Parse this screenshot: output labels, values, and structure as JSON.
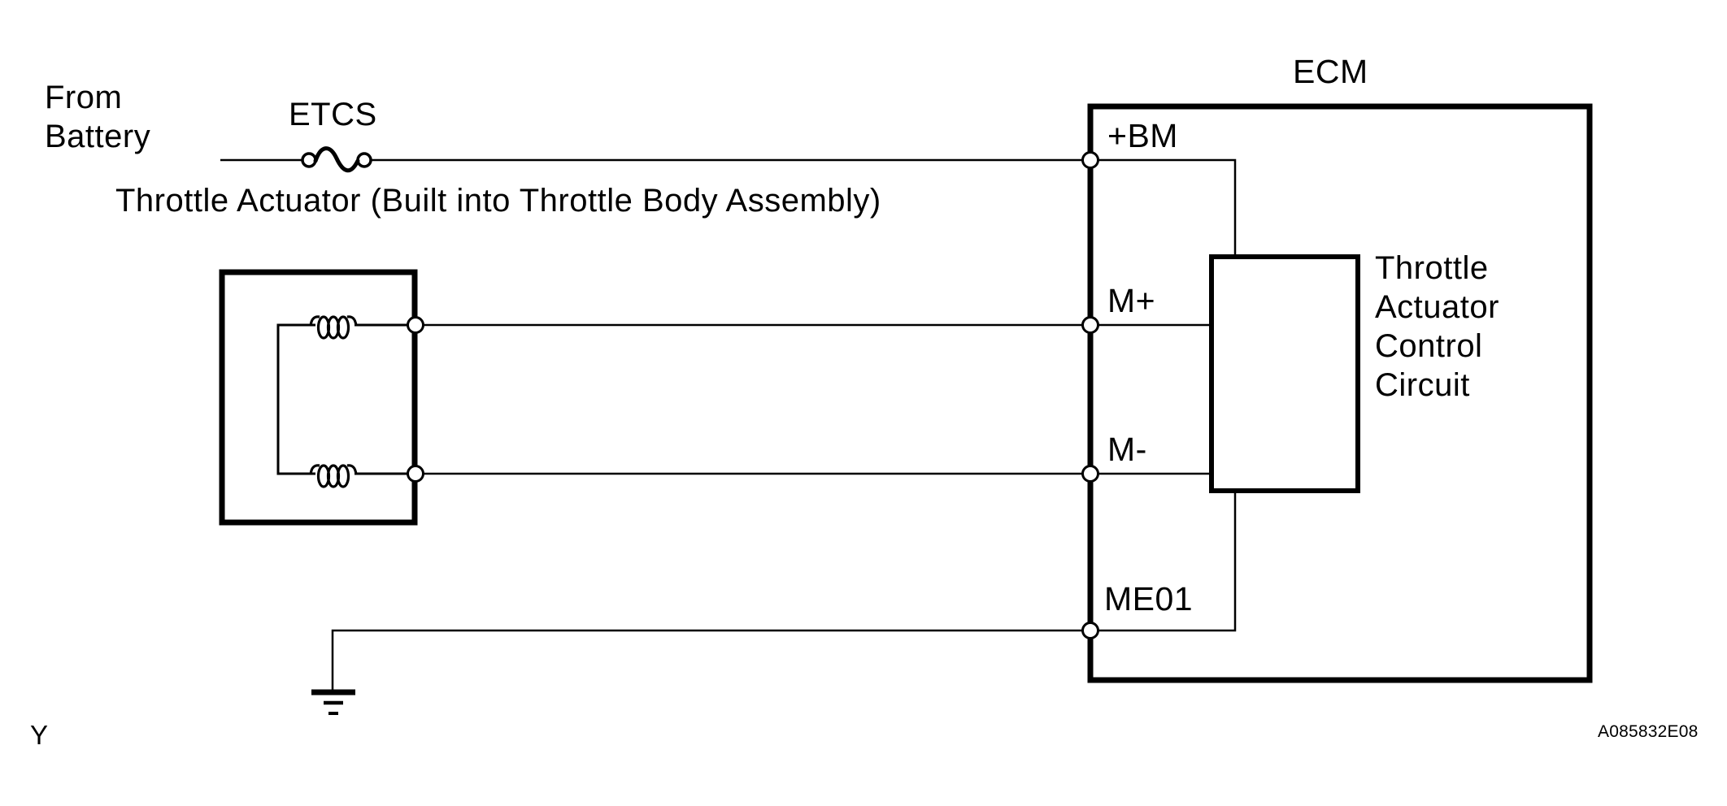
{
  "colors": {
    "ink": "#000000",
    "paper": "#ffffff"
  },
  "power_source": {
    "line1": "From",
    "line2": "Battery"
  },
  "fuse": {
    "label": "ETCS"
  },
  "actuator": {
    "caption": "Throttle Actuator (Built into Throttle Body Assembly)"
  },
  "ecm": {
    "title": "ECM",
    "terminals": [
      {
        "id": "bm",
        "label": "+BM"
      },
      {
        "id": "m-plus",
        "label": "M+"
      },
      {
        "id": "m-minus",
        "label": "M-"
      },
      {
        "id": "me01",
        "label": "ME01"
      }
    ],
    "control_circuit": {
      "line1": "Throttle",
      "line2": "Actuator",
      "line3": "Control",
      "line4": "Circuit"
    }
  },
  "footer": {
    "page_marker": "Y",
    "figure_id": "A085832E08"
  }
}
